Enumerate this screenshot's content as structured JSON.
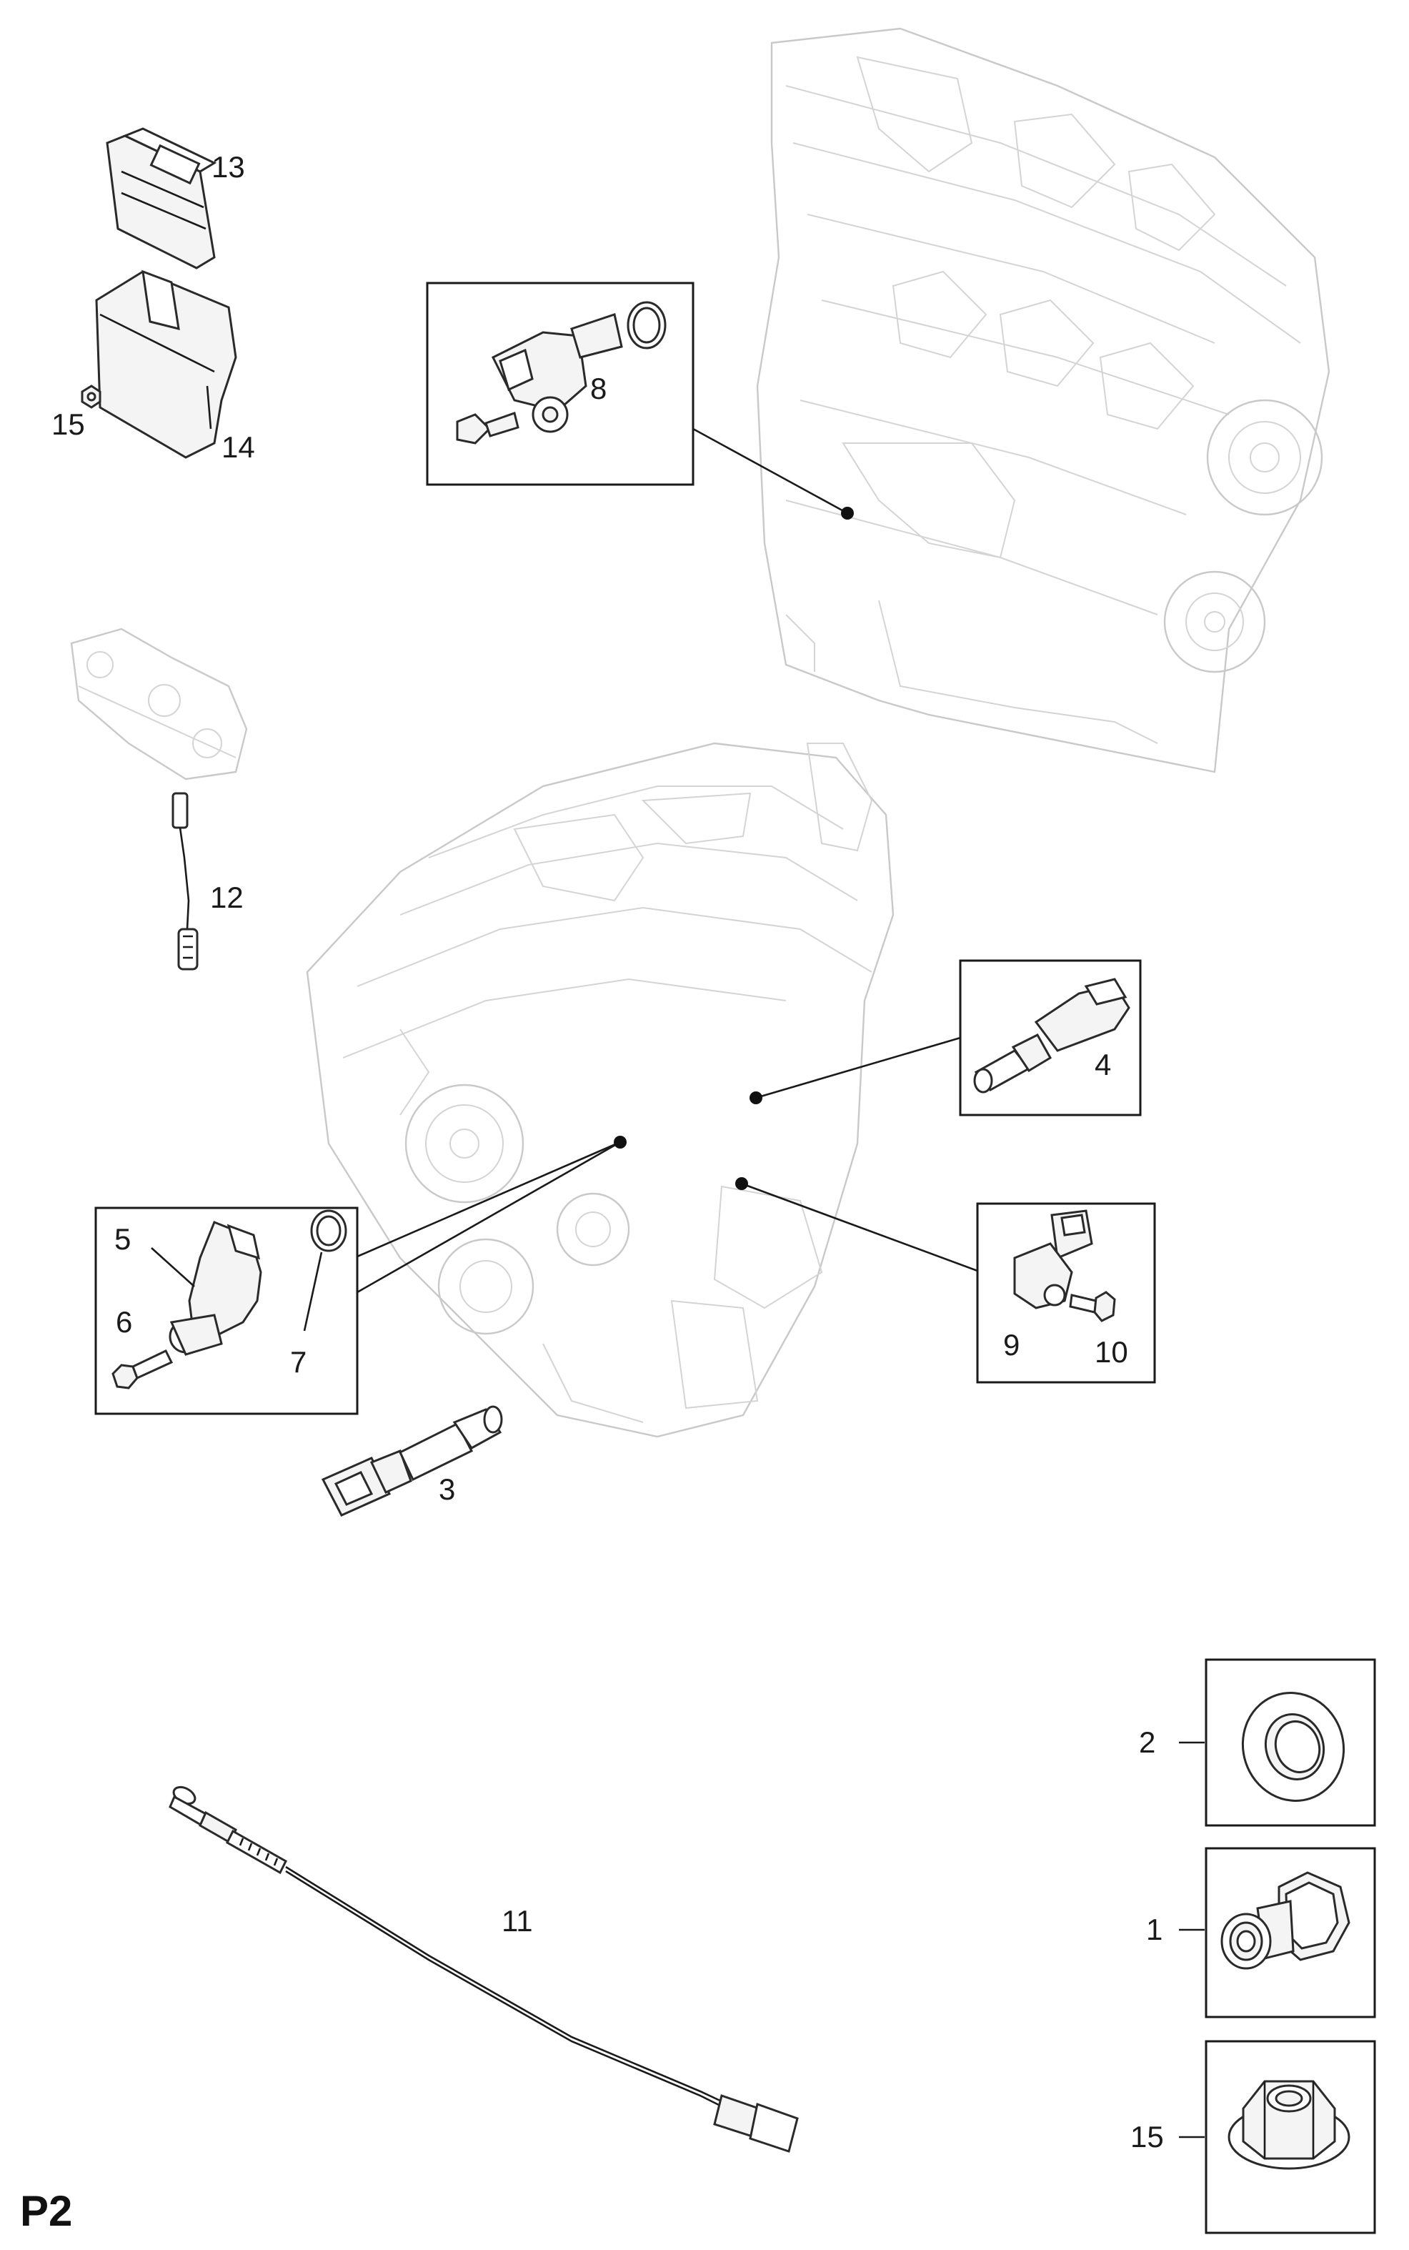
{
  "page_label": "P2",
  "callouts": {
    "c1": "1",
    "c2": "2",
    "c3": "3",
    "c4": "4",
    "c5": "5",
    "c6": "6",
    "c7": "7",
    "c8": "8",
    "c9": "9",
    "c10": "10",
    "c11": "11",
    "c12": "12",
    "c13": "13",
    "c14": "14",
    "c15a": "15",
    "c15b": "15"
  }
}
